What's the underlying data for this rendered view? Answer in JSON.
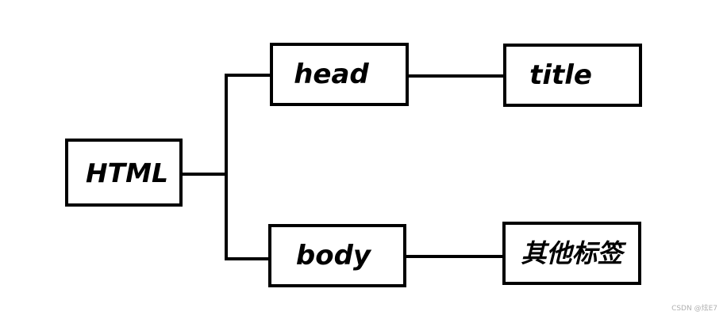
{
  "diagram": {
    "type": "tree",
    "nodes": {
      "root": "HTML",
      "head": "head",
      "title": "title",
      "body": "body",
      "other_tags": "其他标签"
    },
    "edges": [
      [
        "HTML",
        "head"
      ],
      [
        "HTML",
        "body"
      ],
      [
        "head",
        "title"
      ],
      [
        "body",
        "其他标签"
      ]
    ],
    "colors": {
      "stroke": "#000000",
      "background": "#ffffff",
      "watermark": "#b0b0b0"
    }
  },
  "watermark": "CSDN @炫E7"
}
